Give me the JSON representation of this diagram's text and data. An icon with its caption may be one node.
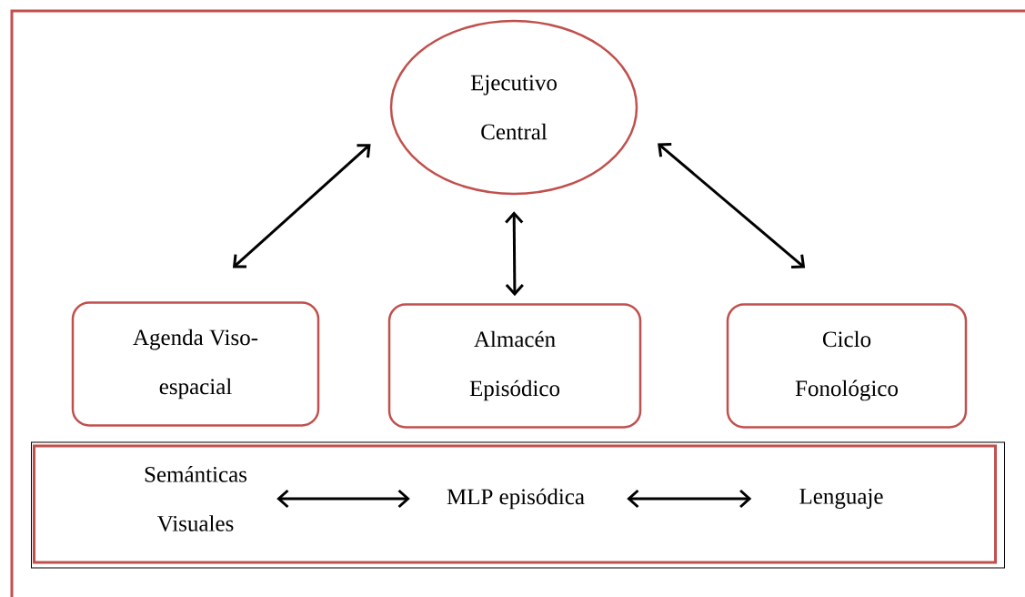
{
  "diagram": {
    "nodes": [
      {
        "text": [
          "Ejecutivo Central"
        ]
      },
      {
        "text": [
          "Agenda Viso- espacial"
        ]
      },
      {
        "text": [
          "Almacén Episódico"
        ]
      },
      {
        "text": [
          "Ciclo Fonológico"
        ]
      },
      {
        "text": [],
        "shape": "box"
      },
      {
        "text": [
          "Semánticas Visuales"
        ],
        "in": 4
      },
      {
        "text": [
          "MLP episódica"
        ],
        "in": 4
      },
      {
        "text": [
          "Lenguaje"
        ],
        "in": 4
      }
    ],
    "edges": [
      {
        "from": 0,
        "to": 1,
        "arrow": "both"
      },
      {
        "from": 0,
        "to": 2,
        "arrow": "both"
      },
      {
        "from": 0,
        "to": 3,
        "arrow": "both"
      },
      {
        "from": 5,
        "to": 6,
        "arrow": "both"
      },
      {
        "from": 6,
        "to": 7,
        "arrow": "both"
      }
    ]
  }
}
